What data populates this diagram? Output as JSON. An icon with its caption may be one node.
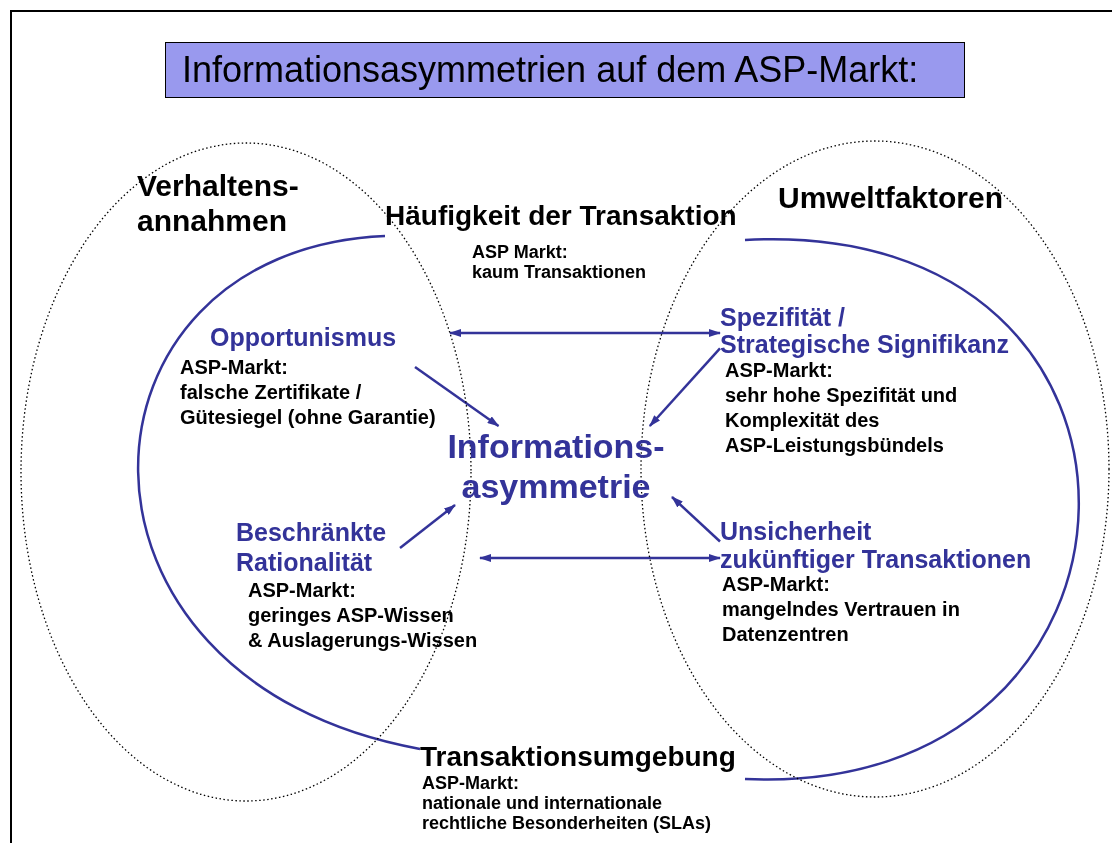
{
  "diagram": {
    "title": "Informationsasymmetrien auf dem ASP-Markt:",
    "nodes": [
      {
        "text": [
          "Verhaltens- annahmen"
        ]
      },
      {
        "text": [
          "Umweltfaktoren"
        ]
      },
      {
        "text": [
          "Häufigkeit der Transaktion",
          "ASP Markt: kaum Transaktionen"
        ]
      },
      {
        "text": [
          "Opportunismus",
          "ASP-Markt: falsche Zertifikate / Gütesiegel (ohne Garantie)"
        ],
        "in": 0
      },
      {
        "text": [
          "Spezifität / Strategische Signifikanz",
          "ASP-Markt: sehr hohe Spezifität und Komplexität des ASP-Leistungsbündels"
        ],
        "in": 1
      },
      {
        "text": [
          "Informations- asymmetrie"
        ]
      },
      {
        "text": [
          "Beschränkte Rationalität",
          "ASP-Markt: geringes ASP-Wissen & Auslagerungs-Wissen"
        ],
        "in": 0
      },
      {
        "text": [
          "Unsicherheit zukünftiger Transaktionen",
          "ASP-Markt: mangelndes Vertrauen in Datenzentren"
        ],
        "in": 1
      },
      {
        "text": [
          "Transaktionsumgebung",
          "ASP-Markt: nationale und internationale rechtliche Besonderheiten (SLAs)"
        ]
      }
    ],
    "edges": [
      {
        "from": 3,
        "to": 5,
        "arrow": "to"
      },
      {
        "from": 4,
        "to": 5,
        "arrow": "to"
      },
      {
        "from": 6,
        "to": 5,
        "arrow": "to"
      },
      {
        "from": 7,
        "to": 5,
        "arrow": "to"
      },
      {
        "from": 3,
        "to": 4,
        "arrow": "both"
      },
      {
        "from": 6,
        "to": 7,
        "arrow": "both"
      },
      {
        "from": 2,
        "to": 8,
        "arrow": "none"
      },
      {
        "from": 2,
        "to": 8,
        "arrow": "none"
      }
    ]
  }
}
